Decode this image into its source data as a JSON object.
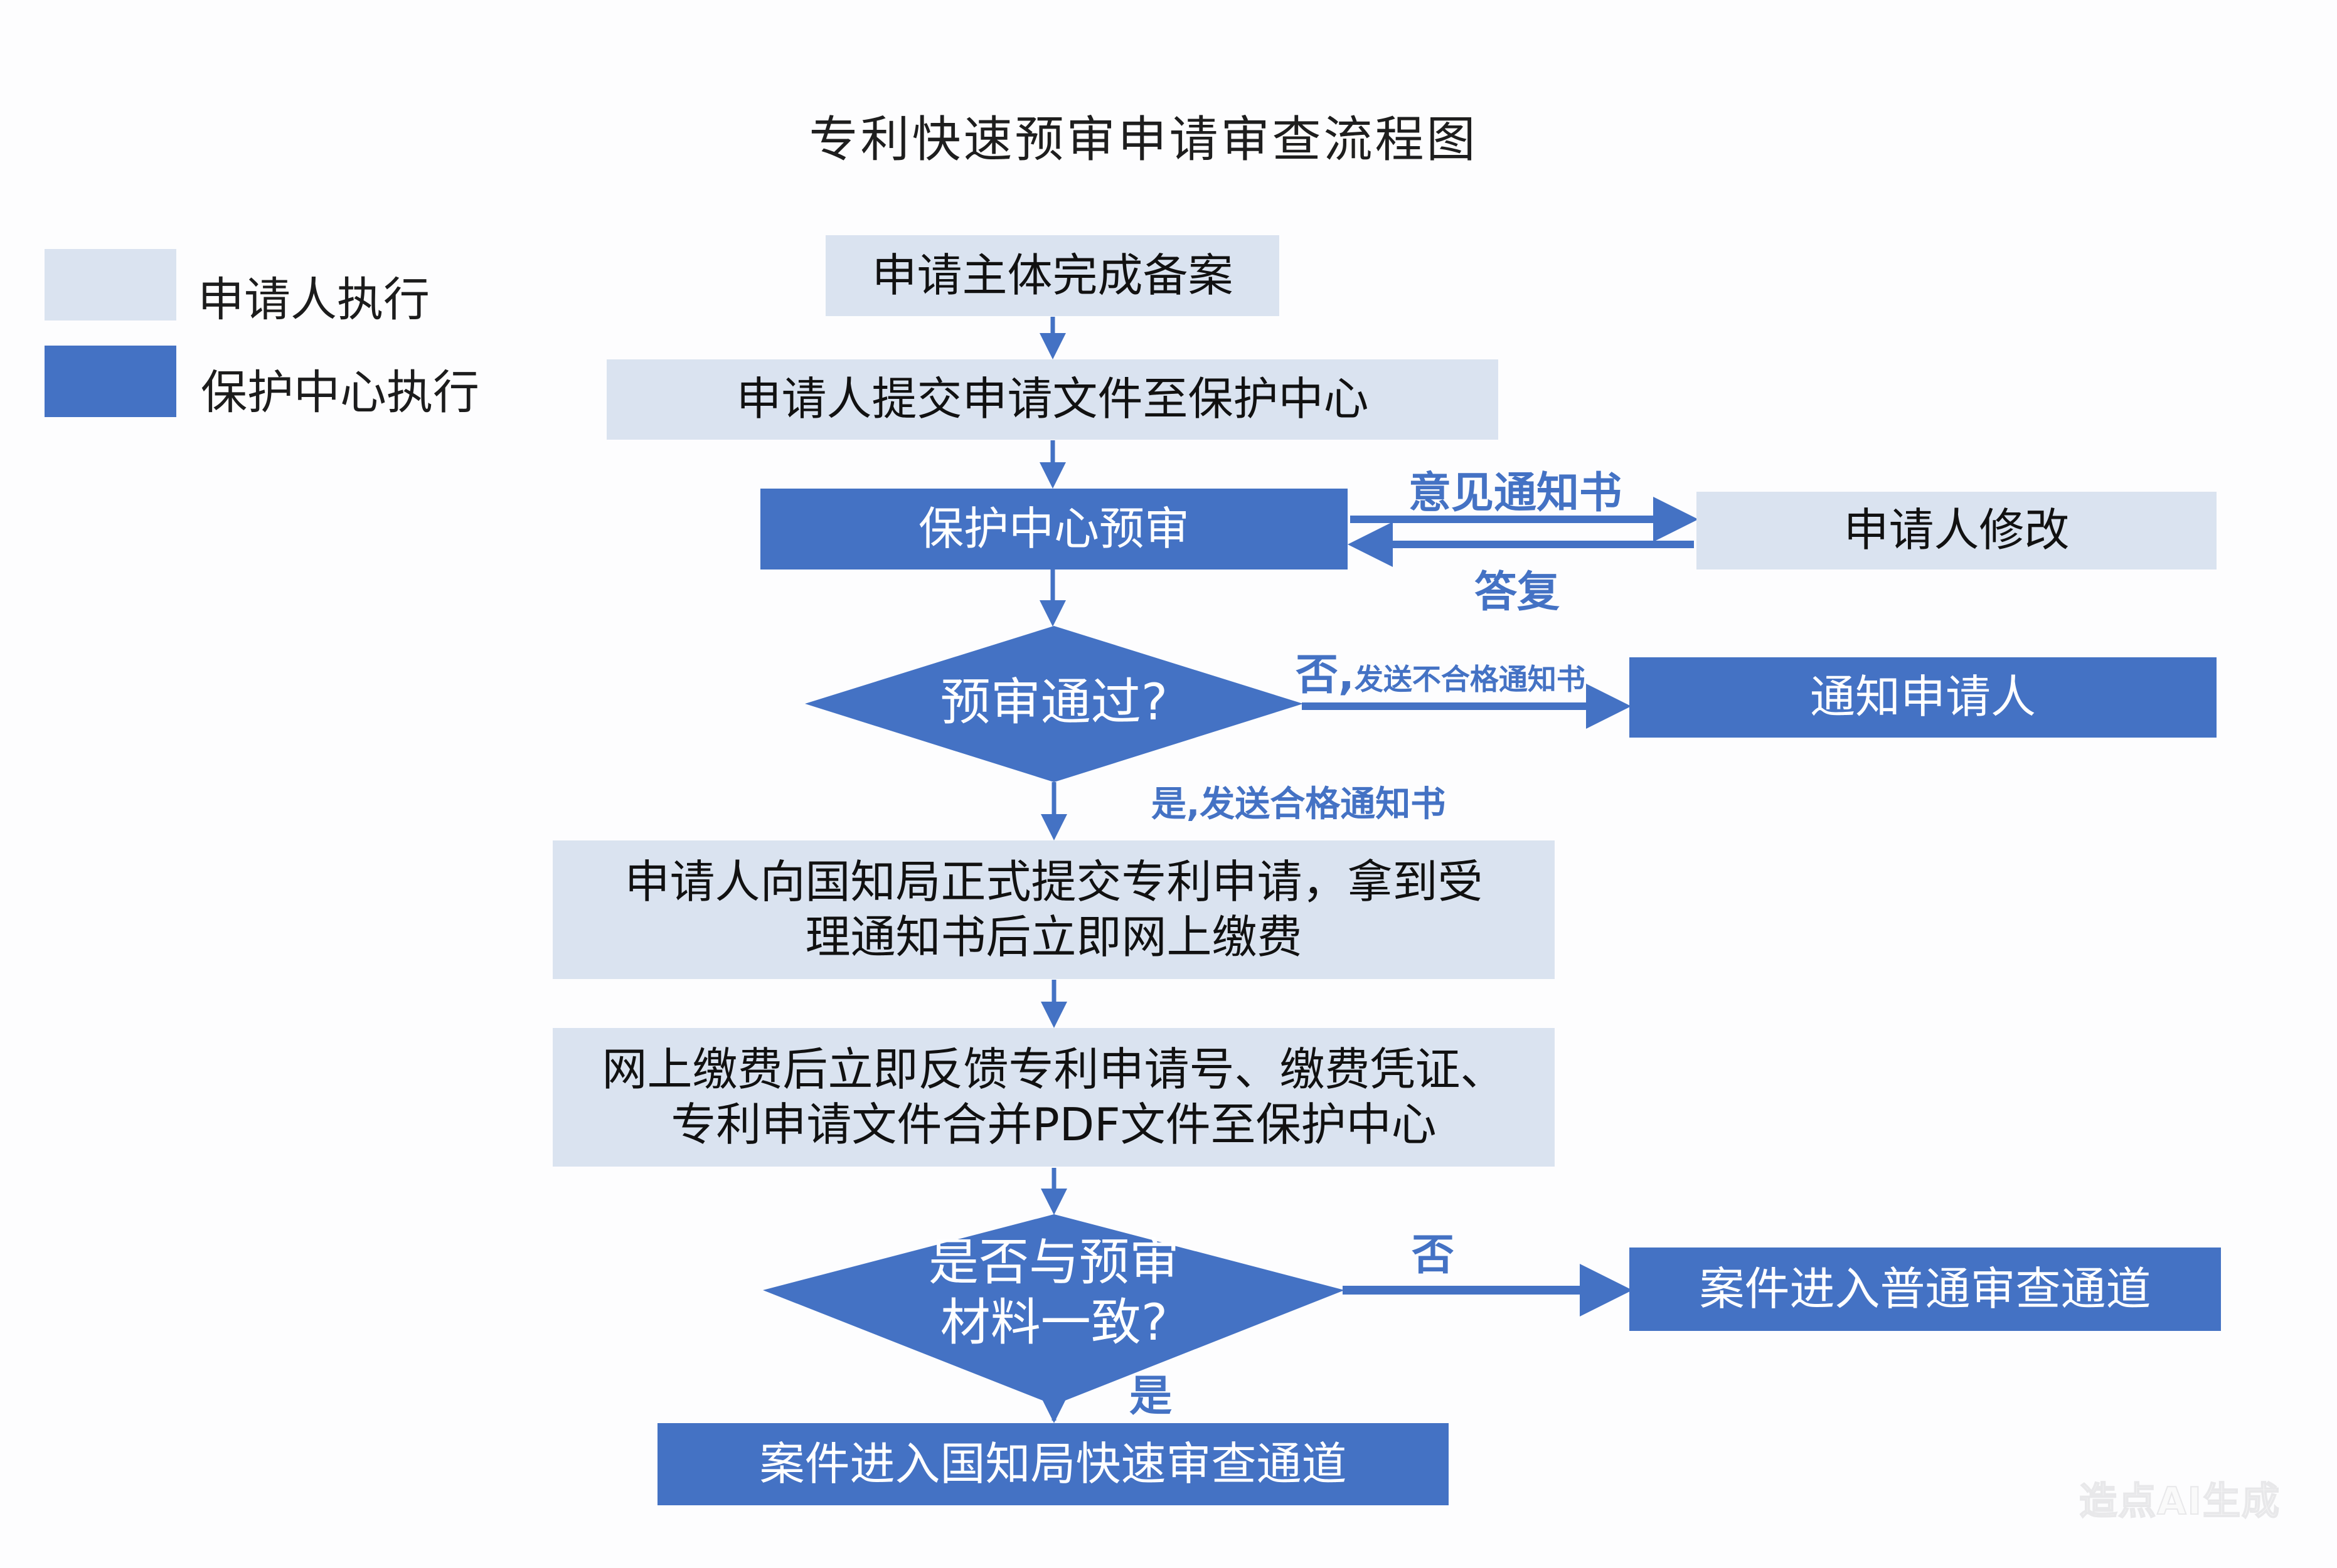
{
  "title": "专利快速预审申请审查流程图",
  "legend": [
    {
      "label": "申请人执行",
      "color": "#dae3f0"
    },
    {
      "label": "保护中心执行",
      "color": "#4472c4"
    }
  ],
  "colors": {
    "applicant": "#dae3f0",
    "center": "#4472c4",
    "text_dark": "#111111",
    "text_light": "#ffffff"
  },
  "nodes": {
    "filing": "申请主体完成备案",
    "submit": "申请人提交申请文件至保护中心",
    "prereview": "保护中心预审",
    "modify": "申请人修改",
    "decision1": "预审通过?",
    "notify": "通知申请人",
    "formal_line1": "申请人向国知局正式提交专利申请，拿到受",
    "formal_line2": "理通知书后立即网上缴费",
    "feedback_line1": "网上缴费后立即反馈专利申请号、缴费凭证、",
    "feedback_line2": "专利申请文件合并PDF文件至保护中心",
    "decision2_line1": "是否与预审",
    "decision2_line2": "材料一致?",
    "normal_channel": "案件进入普通审查通道",
    "fast_channel": "案件进入国知局快速审查通道"
  },
  "edge_labels": {
    "opinion_notice": "意见通知书",
    "reply": "答复",
    "no_prefix": "否,",
    "no_send": "发送不合格通知书",
    "yes_prefix": "是,",
    "yes_send": "发送合格通知书",
    "no2": "否",
    "yes2": "是"
  },
  "watermark": "造点AI生成"
}
